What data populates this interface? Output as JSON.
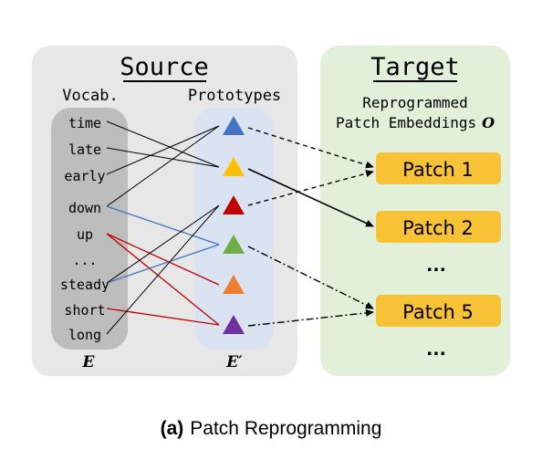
{
  "source": {
    "title": "Source",
    "vocab_header": "Vocab.",
    "prototypes_header": "Prototypes",
    "vocab_items": [
      "time",
      "late",
      "early",
      "down",
      "up",
      "...",
      "steady",
      "short",
      "long"
    ],
    "vocab_symbol": "E",
    "prototype_symbol": "E′",
    "prototype_colors": [
      "#4472c4",
      "#ffc000",
      "#c00000",
      "#70ad47",
      "#ed7d31",
      "#7030a0"
    ]
  },
  "target": {
    "title": "Target",
    "subtitle_line1": "Reprogrammed",
    "subtitle_line2": "Patch Embeddings",
    "subtitle_symbol": "O",
    "patches": [
      "Patch 1",
      "Patch 2",
      "...",
      "Patch 5",
      "..."
    ]
  },
  "caption": {
    "label": "(a)",
    "text": "Patch Reprogramming"
  },
  "colors": {
    "source_panel": "#e7e7e7",
    "target_panel": "#e2efd9",
    "vocab_column": "#bdbdbd",
    "prototype_column": "#d9e3f1",
    "patch_fill": "#f7c236",
    "blue_line": "#4472c4",
    "red_line": "#c00000"
  }
}
